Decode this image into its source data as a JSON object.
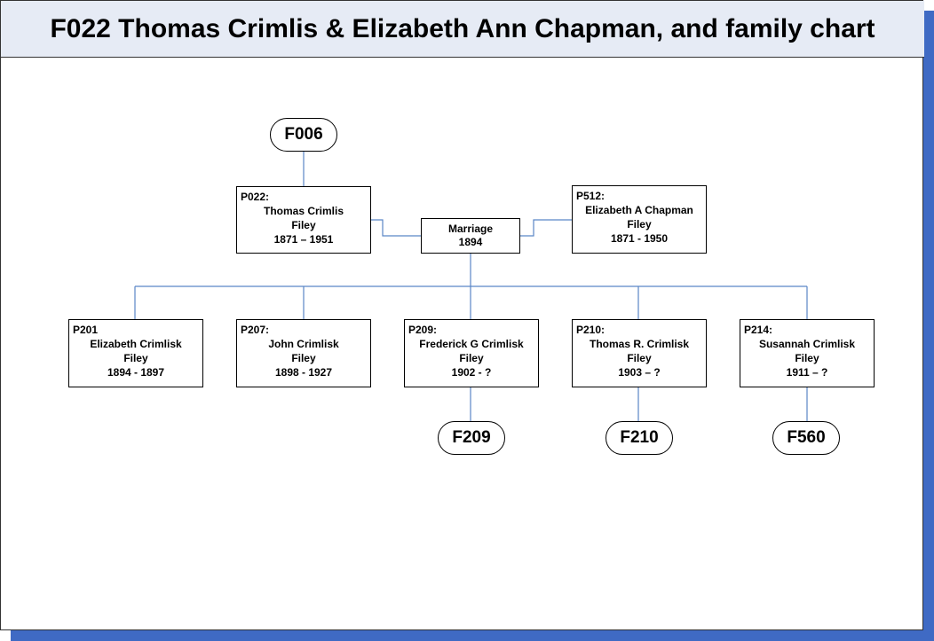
{
  "title": "F022 Thomas Crimlis & Elizabeth Ann Chapman, and family chart",
  "colors": {
    "accent_shadow": "#3f6ac4",
    "header_bg": "#e6ebf5",
    "connector": "#5a86c6"
  },
  "parent_family": {
    "label": "F006"
  },
  "husband": {
    "id": "P022:",
    "name": "Thomas Crimlis",
    "place": "Filey",
    "dates": "1871 – 1951"
  },
  "wife": {
    "id": "P512:",
    "name": "Elizabeth A Chapman",
    "place": "Filey",
    "dates": "1871 - 1950"
  },
  "marriage": {
    "label": "Marriage",
    "year": "1894"
  },
  "children": [
    {
      "id": "P201",
      "name": "Elizabeth Crimlisk",
      "place": "Filey",
      "dates": "1894 - 1897"
    },
    {
      "id": "P207:",
      "name": "John Crimlisk",
      "place": "Filey",
      "dates": "1898 - 1927"
    },
    {
      "id": "P209:",
      "name": "Frederick G  Crimlisk",
      "place": "Filey",
      "dates": "1902 - ?"
    },
    {
      "id": "P210:",
      "name": "Thomas R. Crimlisk",
      "place": "Filey",
      "dates": "1903 – ?"
    },
    {
      "id": "P214:",
      "name": "Susannah Crimlisk",
      "place": "Filey",
      "dates": "1911 – ?"
    }
  ],
  "child_families": [
    {
      "label": "F209"
    },
    {
      "label": "F210"
    },
    {
      "label": "F560"
    }
  ]
}
